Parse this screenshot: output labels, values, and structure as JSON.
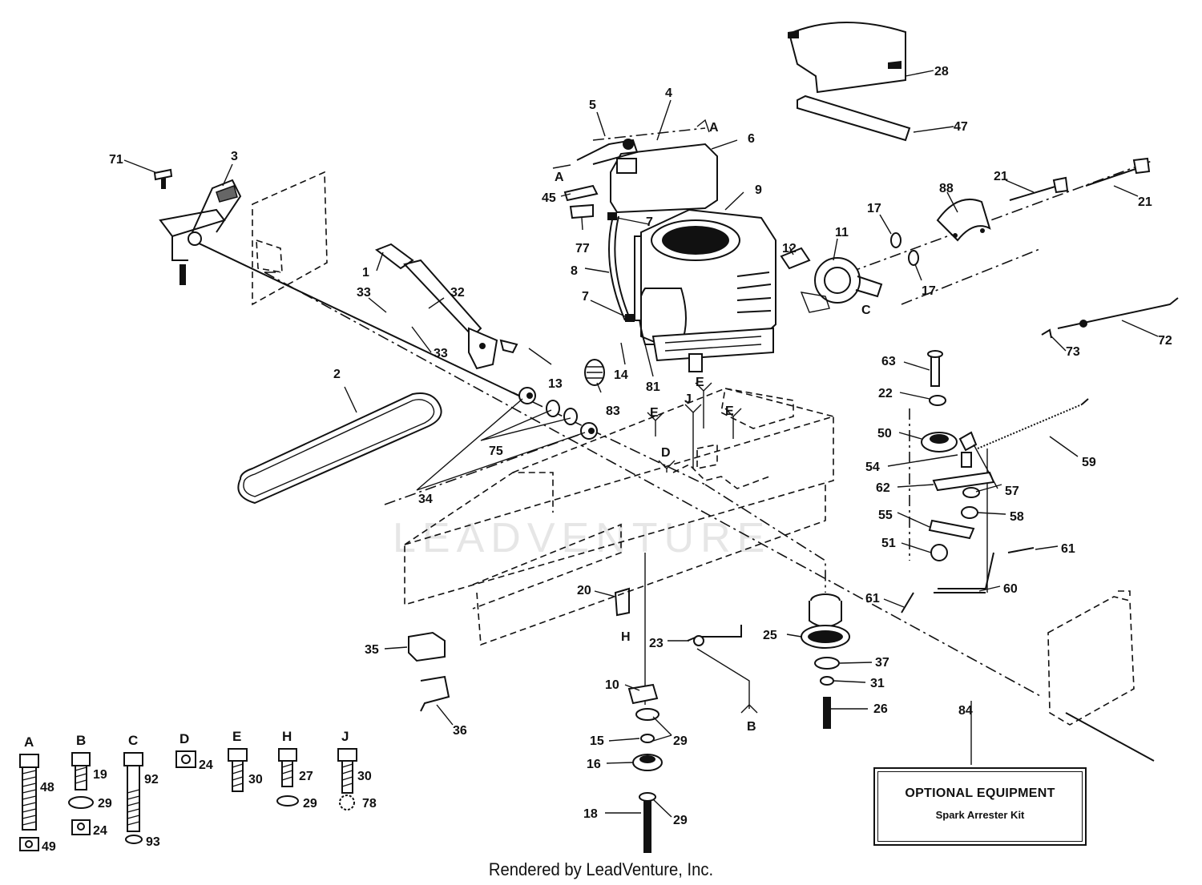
{
  "watermark": "LEADVENTURE",
  "footer": "Rendered by LeadVenture, Inc.",
  "optional_equipment": {
    "callout": "84",
    "title": "OPTIONAL EQUIPMENT",
    "subtitle": "Spark Arrester Kit"
  },
  "callouts": [
    {
      "id": "1",
      "text": "1"
    },
    {
      "id": "2",
      "text": "2"
    },
    {
      "id": "3",
      "text": "3"
    },
    {
      "id": "4",
      "text": "4"
    },
    {
      "id": "5",
      "text": "5"
    },
    {
      "id": "6",
      "text": "6"
    },
    {
      "id": "7a",
      "text": "7"
    },
    {
      "id": "7b",
      "text": "7"
    },
    {
      "id": "8",
      "text": "8"
    },
    {
      "id": "9",
      "text": "9"
    },
    {
      "id": "10",
      "text": "10"
    },
    {
      "id": "11",
      "text": "11"
    },
    {
      "id": "12",
      "text": "12"
    },
    {
      "id": "13",
      "text": "13"
    },
    {
      "id": "14",
      "text": "14"
    },
    {
      "id": "15",
      "text": "15"
    },
    {
      "id": "16",
      "text": "16"
    },
    {
      "id": "17a",
      "text": "17"
    },
    {
      "id": "17b",
      "text": "17"
    },
    {
      "id": "18",
      "text": "18"
    },
    {
      "id": "20",
      "text": "20"
    },
    {
      "id": "21a",
      "text": "21"
    },
    {
      "id": "21b",
      "text": "21"
    },
    {
      "id": "22",
      "text": "22"
    },
    {
      "id": "23",
      "text": "23"
    },
    {
      "id": "25",
      "text": "25"
    },
    {
      "id": "26",
      "text": "26"
    },
    {
      "id": "28",
      "text": "28"
    },
    {
      "id": "29a",
      "text": "29"
    },
    {
      "id": "29b",
      "text": "29"
    },
    {
      "id": "31",
      "text": "31"
    },
    {
      "id": "32",
      "text": "32"
    },
    {
      "id": "33a",
      "text": "33"
    },
    {
      "id": "33b",
      "text": "33"
    },
    {
      "id": "34",
      "text": "34"
    },
    {
      "id": "35",
      "text": "35"
    },
    {
      "id": "36",
      "text": "36"
    },
    {
      "id": "37",
      "text": "37"
    },
    {
      "id": "45",
      "text": "45"
    },
    {
      "id": "47",
      "text": "47"
    },
    {
      "id": "50",
      "text": "50"
    },
    {
      "id": "51",
      "text": "51"
    },
    {
      "id": "54",
      "text": "54"
    },
    {
      "id": "55",
      "text": "55"
    },
    {
      "id": "57",
      "text": "57"
    },
    {
      "id": "58",
      "text": "58"
    },
    {
      "id": "59",
      "text": "59"
    },
    {
      "id": "60",
      "text": "60"
    },
    {
      "id": "61a",
      "text": "61"
    },
    {
      "id": "61b",
      "text": "61"
    },
    {
      "id": "62",
      "text": "62"
    },
    {
      "id": "63",
      "text": "63"
    },
    {
      "id": "71",
      "text": "71"
    },
    {
      "id": "72",
      "text": "72"
    },
    {
      "id": "73",
      "text": "73"
    },
    {
      "id": "75",
      "text": "75"
    },
    {
      "id": "77",
      "text": "77"
    },
    {
      "id": "81",
      "text": "81"
    },
    {
      "id": "83",
      "text": "83"
    },
    {
      "id": "88",
      "text": "88"
    },
    {
      "id": "La1",
      "text": "A"
    },
    {
      "id": "La2",
      "text": "A"
    },
    {
      "id": "Lc",
      "text": "C"
    },
    {
      "id": "Le1",
      "text": "E"
    },
    {
      "id": "Le2",
      "text": "E"
    },
    {
      "id": "Le3",
      "text": "E"
    },
    {
      "id": "Lj",
      "text": "J"
    },
    {
      "id": "Ld",
      "text": "D"
    },
    {
      "id": "Lh",
      "text": "H"
    },
    {
      "id": "Lb",
      "text": "B"
    }
  ],
  "hardware_key": [
    {
      "letter": "A",
      "parts": [
        "48",
        "49"
      ]
    },
    {
      "letter": "B",
      "parts": [
        "19",
        "29",
        "24"
      ]
    },
    {
      "letter": "C",
      "parts": [
        "92",
        "93"
      ]
    },
    {
      "letter": "D",
      "parts": [
        "24"
      ]
    },
    {
      "letter": "E",
      "parts": [
        "30"
      ]
    },
    {
      "letter": "H",
      "parts": [
        "27",
        "29"
      ]
    },
    {
      "letter": "J",
      "parts": [
        "30",
        "78"
      ]
    }
  ]
}
